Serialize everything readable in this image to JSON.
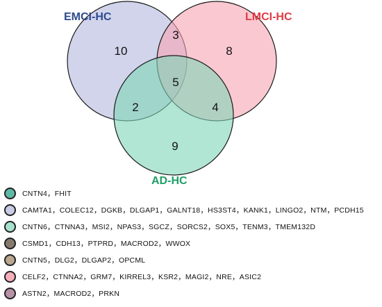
{
  "venn": {
    "sets": [
      {
        "name": "EMCI-HC",
        "color": "#2E4A8F"
      },
      {
        "name": "LMCI-HC",
        "color": "#E23B45"
      },
      {
        "name": "AD-HC",
        "color": "#1E9E66"
      }
    ],
    "regions": {
      "emci_only": "10",
      "lmci_only": "8",
      "ad_only": "9",
      "emci_lmci": "3",
      "emci_ad": "2",
      "lmci_ad": "4",
      "all_three": "5"
    }
  },
  "legend": [
    {
      "swatch": "#5FB8A6",
      "genes": "CNTN4，FHIT"
    },
    {
      "swatch": "#C9CCE6",
      "genes": "CAMTA1，COLEC12，DGKB，DLGAP1，GALNT18，HS3ST4，KANK1，LINGO2，NTM，PCDH15"
    },
    {
      "swatch": "#A8E2CF",
      "genes": "CNTN6，CTNNA3，MSI2，NPAS3，SGCZ，SORCS2，SOX5，TENM3，TMEM132D"
    },
    {
      "swatch": "#857A6E",
      "genes": "CSMD1，CDH13，PTPRD，MACROD2，WWOX"
    },
    {
      "swatch": "#B9A88F",
      "genes": "CNTN5，DLG2，DLGAP2，OPCML"
    },
    {
      "swatch": "#F7AEBB",
      "genes": "CELF2，CTNNA2，GRM7，KIRREL3，KSR2，MAGI2，NRE，ASIC2"
    },
    {
      "swatch": "#B890A8",
      "genes": "ASTN2，MACROD2，PRKN"
    }
  ]
}
